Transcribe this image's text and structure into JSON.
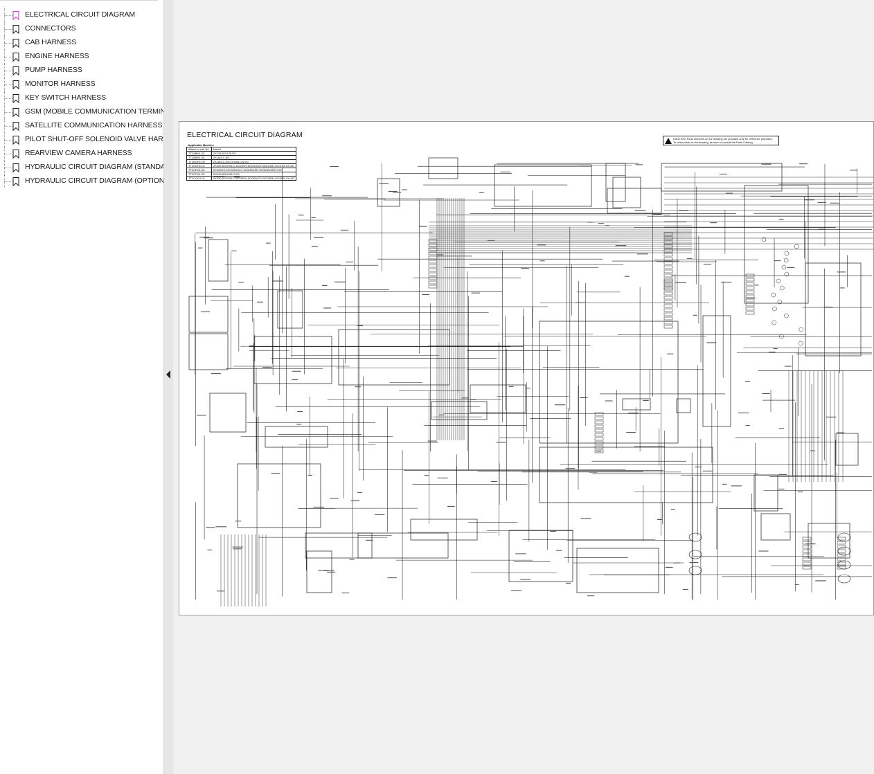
{
  "bookmarks": [
    {
      "label": "ELECTRICAL CIRCUIT DIAGRAM",
      "icon": "bookmark-icon",
      "active": true
    },
    {
      "label": "CONNECTORS",
      "icon": "bookmark-icon"
    },
    {
      "label": "CAB HARNESS",
      "icon": "bookmark-icon"
    },
    {
      "label": "ENGINE HARNESS",
      "icon": "bookmark-icon"
    },
    {
      "label": "PUMP HARNESS",
      "icon": "bookmark-icon"
    },
    {
      "label": "MONITOR HARNESS",
      "icon": "bookmark-icon"
    },
    {
      "label": "KEY SWITCH HARNESS",
      "icon": "bookmark-icon"
    },
    {
      "label": "GSM (MOBILE COMMUNICATION TERMINAL) HAR",
      "icon": "bookmark-icon"
    },
    {
      "label": "SATELLITE COMMUNICATION HARNESS",
      "icon": "bookmark-icon"
    },
    {
      "label": "PILOT SHUT-OFF SOLENOID VALVE HARNESS",
      "icon": "bookmark-icon"
    },
    {
      "label": "REARVIEW CAMERA HARNESS",
      "icon": "bookmark-icon"
    },
    {
      "label": "HYDRAULIC CIRCUIT DIAGRAM (STANDARD)",
      "icon": "bookmark-icon"
    },
    {
      "label": "HYDRAULIC CIRCUIT DIAGRAM (OPTIONAL)",
      "icon": "bookmark-icon"
    }
  ],
  "colors": {
    "active_bookmark": "#c040c0",
    "bookmark": "#1a1a1a",
    "ink": "#1a1a1a"
  },
  "document": {
    "title": "ELECTRICAL CIRCUIT DIAGRAM",
    "model_table": {
      "caption": "Applicable Machine",
      "header": [
        "Attach to cat. No.",
        "Model"
      ],
      "rows": [
        [
          "TT2ABH1-00",
          "ZX135-5G/135-5G"
        ],
        [
          "TT2BBH1-00",
          "ZX160LC-5G"
        ],
        [
          "TT2BGH1-00",
          "ZX180LC-5G/ZX180LCN-5G"
        ],
        [
          "TT2CDH1-01",
          "ZX200-5G/200LC-5G/210H-5G/210LCH-5G/210K-5G/210LCK-5G"
        ],
        [
          "TT2CEH1-00",
          "ZX225US-5G/225USLC-5G/225USR-5G/225USRLC-5G"
        ],
        [
          "TT2CFH1-00",
          "ZX240-5G/240LC-5G"
        ],
        [
          "TT2CGH1-01",
          "ZX330-5G/330LC-5G/330H-5G/350LCH-5G/350K-5G/350LCK-5G"
        ]
      ]
    },
    "caution": {
      "line1": "CAUTION: Parts numbers on the drawing are provided only for reference purposes.",
      "line2": "To order parts on the drawing, be sure to consult the Parts Catalog."
    }
  }
}
